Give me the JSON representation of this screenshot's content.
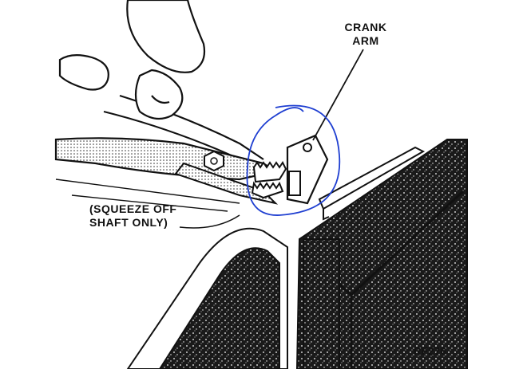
{
  "labels": {
    "crank_line1": "CRANK",
    "crank_line2": "ARM",
    "squeeze_line1": "(SQUEEZE OFF",
    "squeeze_line2": "SHAFT ONLY)",
    "figure_code": "RF276"
  },
  "colors": {
    "ink": "#111111",
    "annotation_circle": "#1f3fd1"
  }
}
